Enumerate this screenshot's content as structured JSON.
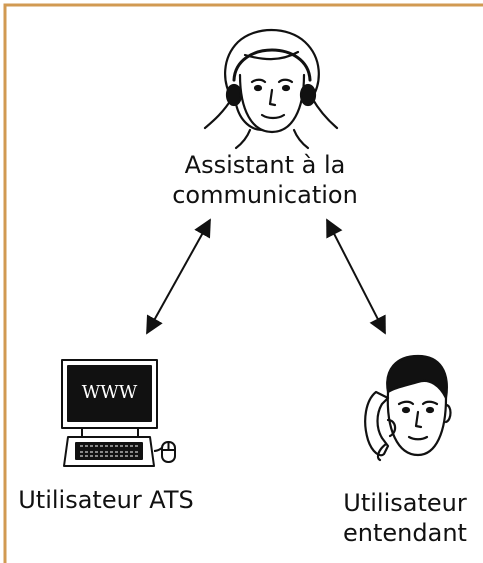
{
  "diagram": {
    "nodes": {
      "assistant": {
        "label_line1": "Assistant à la",
        "label_line2": "communication",
        "icon": "headset-operator-icon"
      },
      "ats_user": {
        "label": "Utilisateur ATS",
        "icon": "computer-terminal-icon",
        "screen_text": "WWW"
      },
      "hearing_user": {
        "label_line1": "Utilisateur",
        "label_line2": "entendant",
        "icon": "telephone-user-icon"
      }
    },
    "connections": [
      {
        "from": "assistant",
        "to": "ats_user",
        "style": "double-arrow"
      },
      {
        "from": "assistant",
        "to": "hearing_user",
        "style": "double-arrow"
      }
    ],
    "colors": {
      "frame": "#d19a52",
      "ink": "#111111",
      "screen": "#111111",
      "background": "#ffffff"
    }
  }
}
